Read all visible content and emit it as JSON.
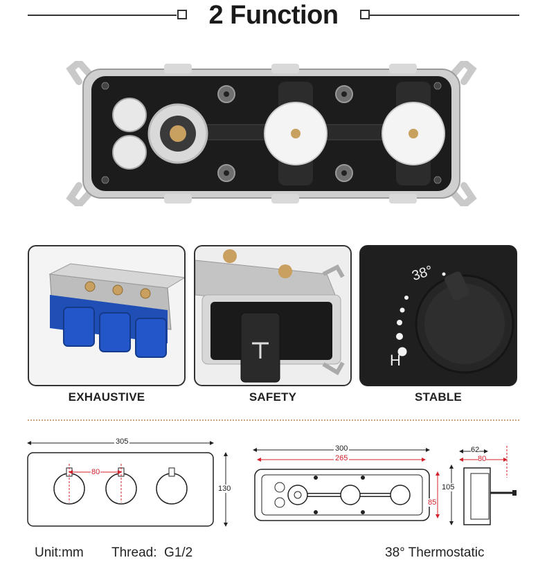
{
  "header": {
    "title": "2 Function"
  },
  "features": [
    {
      "label": "EXHAUSTIVE"
    },
    {
      "label": "SAFETY"
    },
    {
      "label": "STABLE"
    }
  ],
  "thermostat_dial": {
    "temp_label": "38°",
    "hot_label": "H"
  },
  "dimensions": {
    "front_width": "305",
    "front_height": "130",
    "handle_spacing": "80",
    "top_outer_width": "300",
    "top_inner_width": "265",
    "top_depth": "105",
    "top_inner_depth": "85",
    "side_depth_small": "62",
    "side_depth_large": "80"
  },
  "specs": {
    "unit": "Unit:mm",
    "thread": "Thread:  G1/2",
    "thermostatic": "38° Thermostatic"
  },
  "colors": {
    "accent_red": "#d0202a",
    "box_blue": "#1f4fb5",
    "dark_panel": "#1f1f1f",
    "dotted_line": "#c9a27a"
  }
}
